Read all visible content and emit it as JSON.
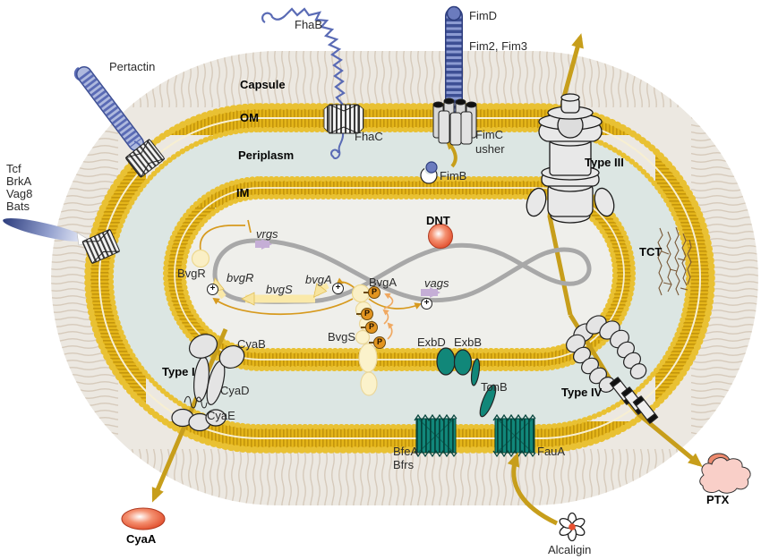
{
  "compartments": {
    "capsule": "Capsule",
    "om": "OM",
    "periplasm": "Periplasm",
    "im": "IM"
  },
  "adhesins": {
    "fhab": "FhaB",
    "fhac": "FhaC",
    "pertactin": "Pertactin",
    "autotransporters": [
      "Tcf",
      "BrkA",
      "Vag8",
      "Bats"
    ]
  },
  "fimbriae": {
    "fimd": "FimD",
    "serotypes": "Fim2, Fim3",
    "usher_line1": "FimC",
    "usher_line2": "usher",
    "fimb": "FimB"
  },
  "secretion_systems": {
    "type_i": "Type I",
    "type_iii": "Type III",
    "type_iv": "Type IV"
  },
  "type_i_components": {
    "cyab": "CyaB",
    "cyad": "CyaD",
    "cyae": "CyaE"
  },
  "toxins": {
    "dnt": "DNT",
    "cyaa": "CyaA",
    "ptx": "PTX",
    "tct": "TCT"
  },
  "bvg_regulon": {
    "bvgr_protein": "BvgR",
    "bvga_protein": "BvgA",
    "bvgs_protein": "BvgS",
    "bvgr_gene": "bvgR",
    "bvgs_gene": "bvgS",
    "bvga_gene": "bvgA",
    "vrg_genes": "vrgs",
    "vag_genes": "vags",
    "phosphate": "P",
    "positive_regulation": "+"
  },
  "iron_acquisition": {
    "exbd": "ExbD",
    "exbb": "ExbB",
    "tonb": "TonB",
    "bfea": "BfeA",
    "bfrs": "Bfrs",
    "faua": "FauA",
    "alcaligin": "Alcaligin"
  },
  "colors": {
    "membrane_gold": "#E4B519",
    "membrane_stripe": "#C4950C",
    "bead_gold": "#E9C133",
    "capsule_bg": "#ECE8E1",
    "capsule_line": "#D6CABB",
    "periplasm_bg": "#DCE6E3",
    "cytoplasm_bg": "#EFEFEB",
    "dna_gray": "#A8A8A8",
    "gene_arrow_yellow": "#FAE9A9",
    "gene_arrow_purple": "#C5AED6",
    "regulator_pale_yellow": "#FAEFC5",
    "phosphate_orange": "#E2941F",
    "teal_protein": "#118779",
    "secretion_arrow_gold": "#C79E1B",
    "toxin_red": "#E04A28",
    "ptx_pink": "#F9CFC8",
    "pilus_blue": "#3D4F94",
    "protein_gray": "#E6E6E6",
    "tct_brown": "#7A5A38"
  }
}
